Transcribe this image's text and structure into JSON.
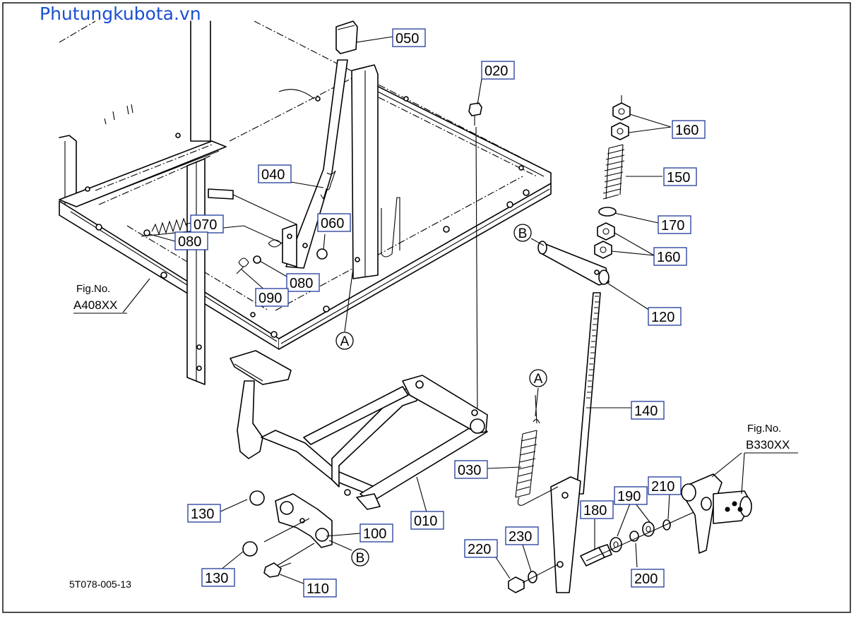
{
  "watermark": "Phutungkubota.vn",
  "drawing_code": "5T078-005-13",
  "figure_refs": [
    {
      "line1": "Fig.No.",
      "line2": "A408XX"
    },
    {
      "line1": "Fig.No.",
      "line2": "B330XX"
    }
  ],
  "connection_markers": [
    "A",
    "A",
    "B",
    "B"
  ],
  "callouts": [
    "050",
    "020",
    "160",
    "150",
    "040",
    "070",
    "060",
    "080",
    "170",
    "160",
    "080",
    "090",
    "120",
    "140",
    "030",
    "010",
    "130",
    "100",
    "130",
    "110",
    "180",
    "190",
    "210",
    "220",
    "230",
    "200"
  ]
}
